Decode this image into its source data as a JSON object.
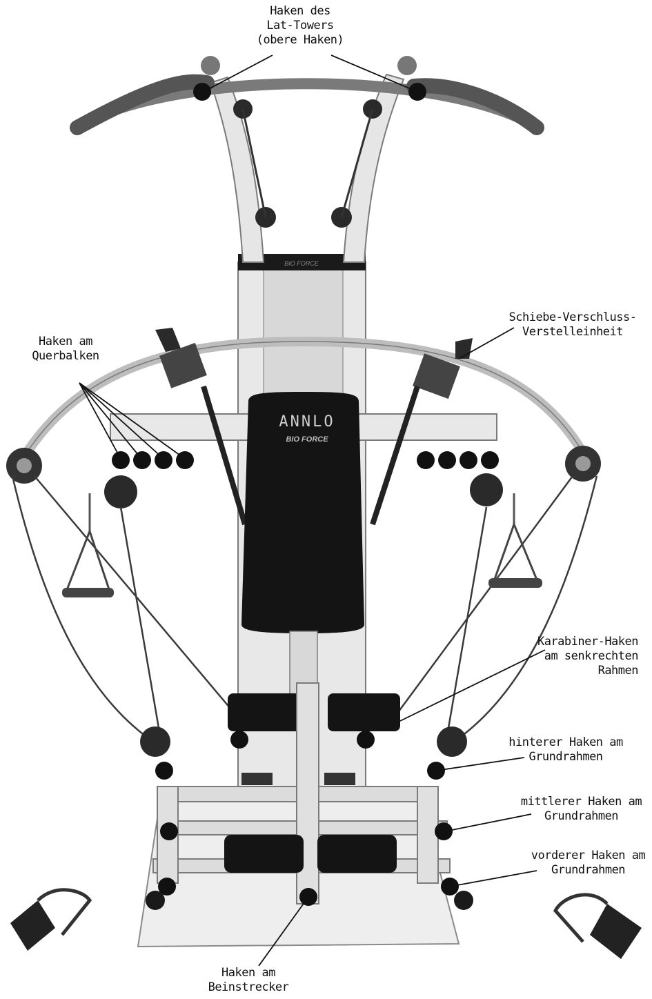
{
  "labels": {
    "lat_tower": "Haken des\nLat-Towers\n(obere Haken)",
    "crossbar": "Haken am\nQuerbalken",
    "pulley_lock": "Schiebe-Verschluss-\nVerstelleinheit",
    "carabiner": "Karabiner-Haken\nam senkrechten\nRahmen",
    "rear_base": "hinterer Haken am\nGrundrahmen",
    "middle_base": "mittlerer Haken am\nGrundrahmen",
    "front_base": "vorderer Haken am\nGrundrahmen",
    "leg_extension": "Haken am\nBeinstrecker"
  },
  "brand": {
    "logo": "ANNLO",
    "sub_logo": "BIO FORCE",
    "tower_band": "BIO FORCE"
  },
  "colors": {
    "marker": "#111111",
    "frame": "#e4e4e4",
    "frame_edge": "#7a7a7a",
    "pad": "#141414",
    "grip": "#555555"
  }
}
